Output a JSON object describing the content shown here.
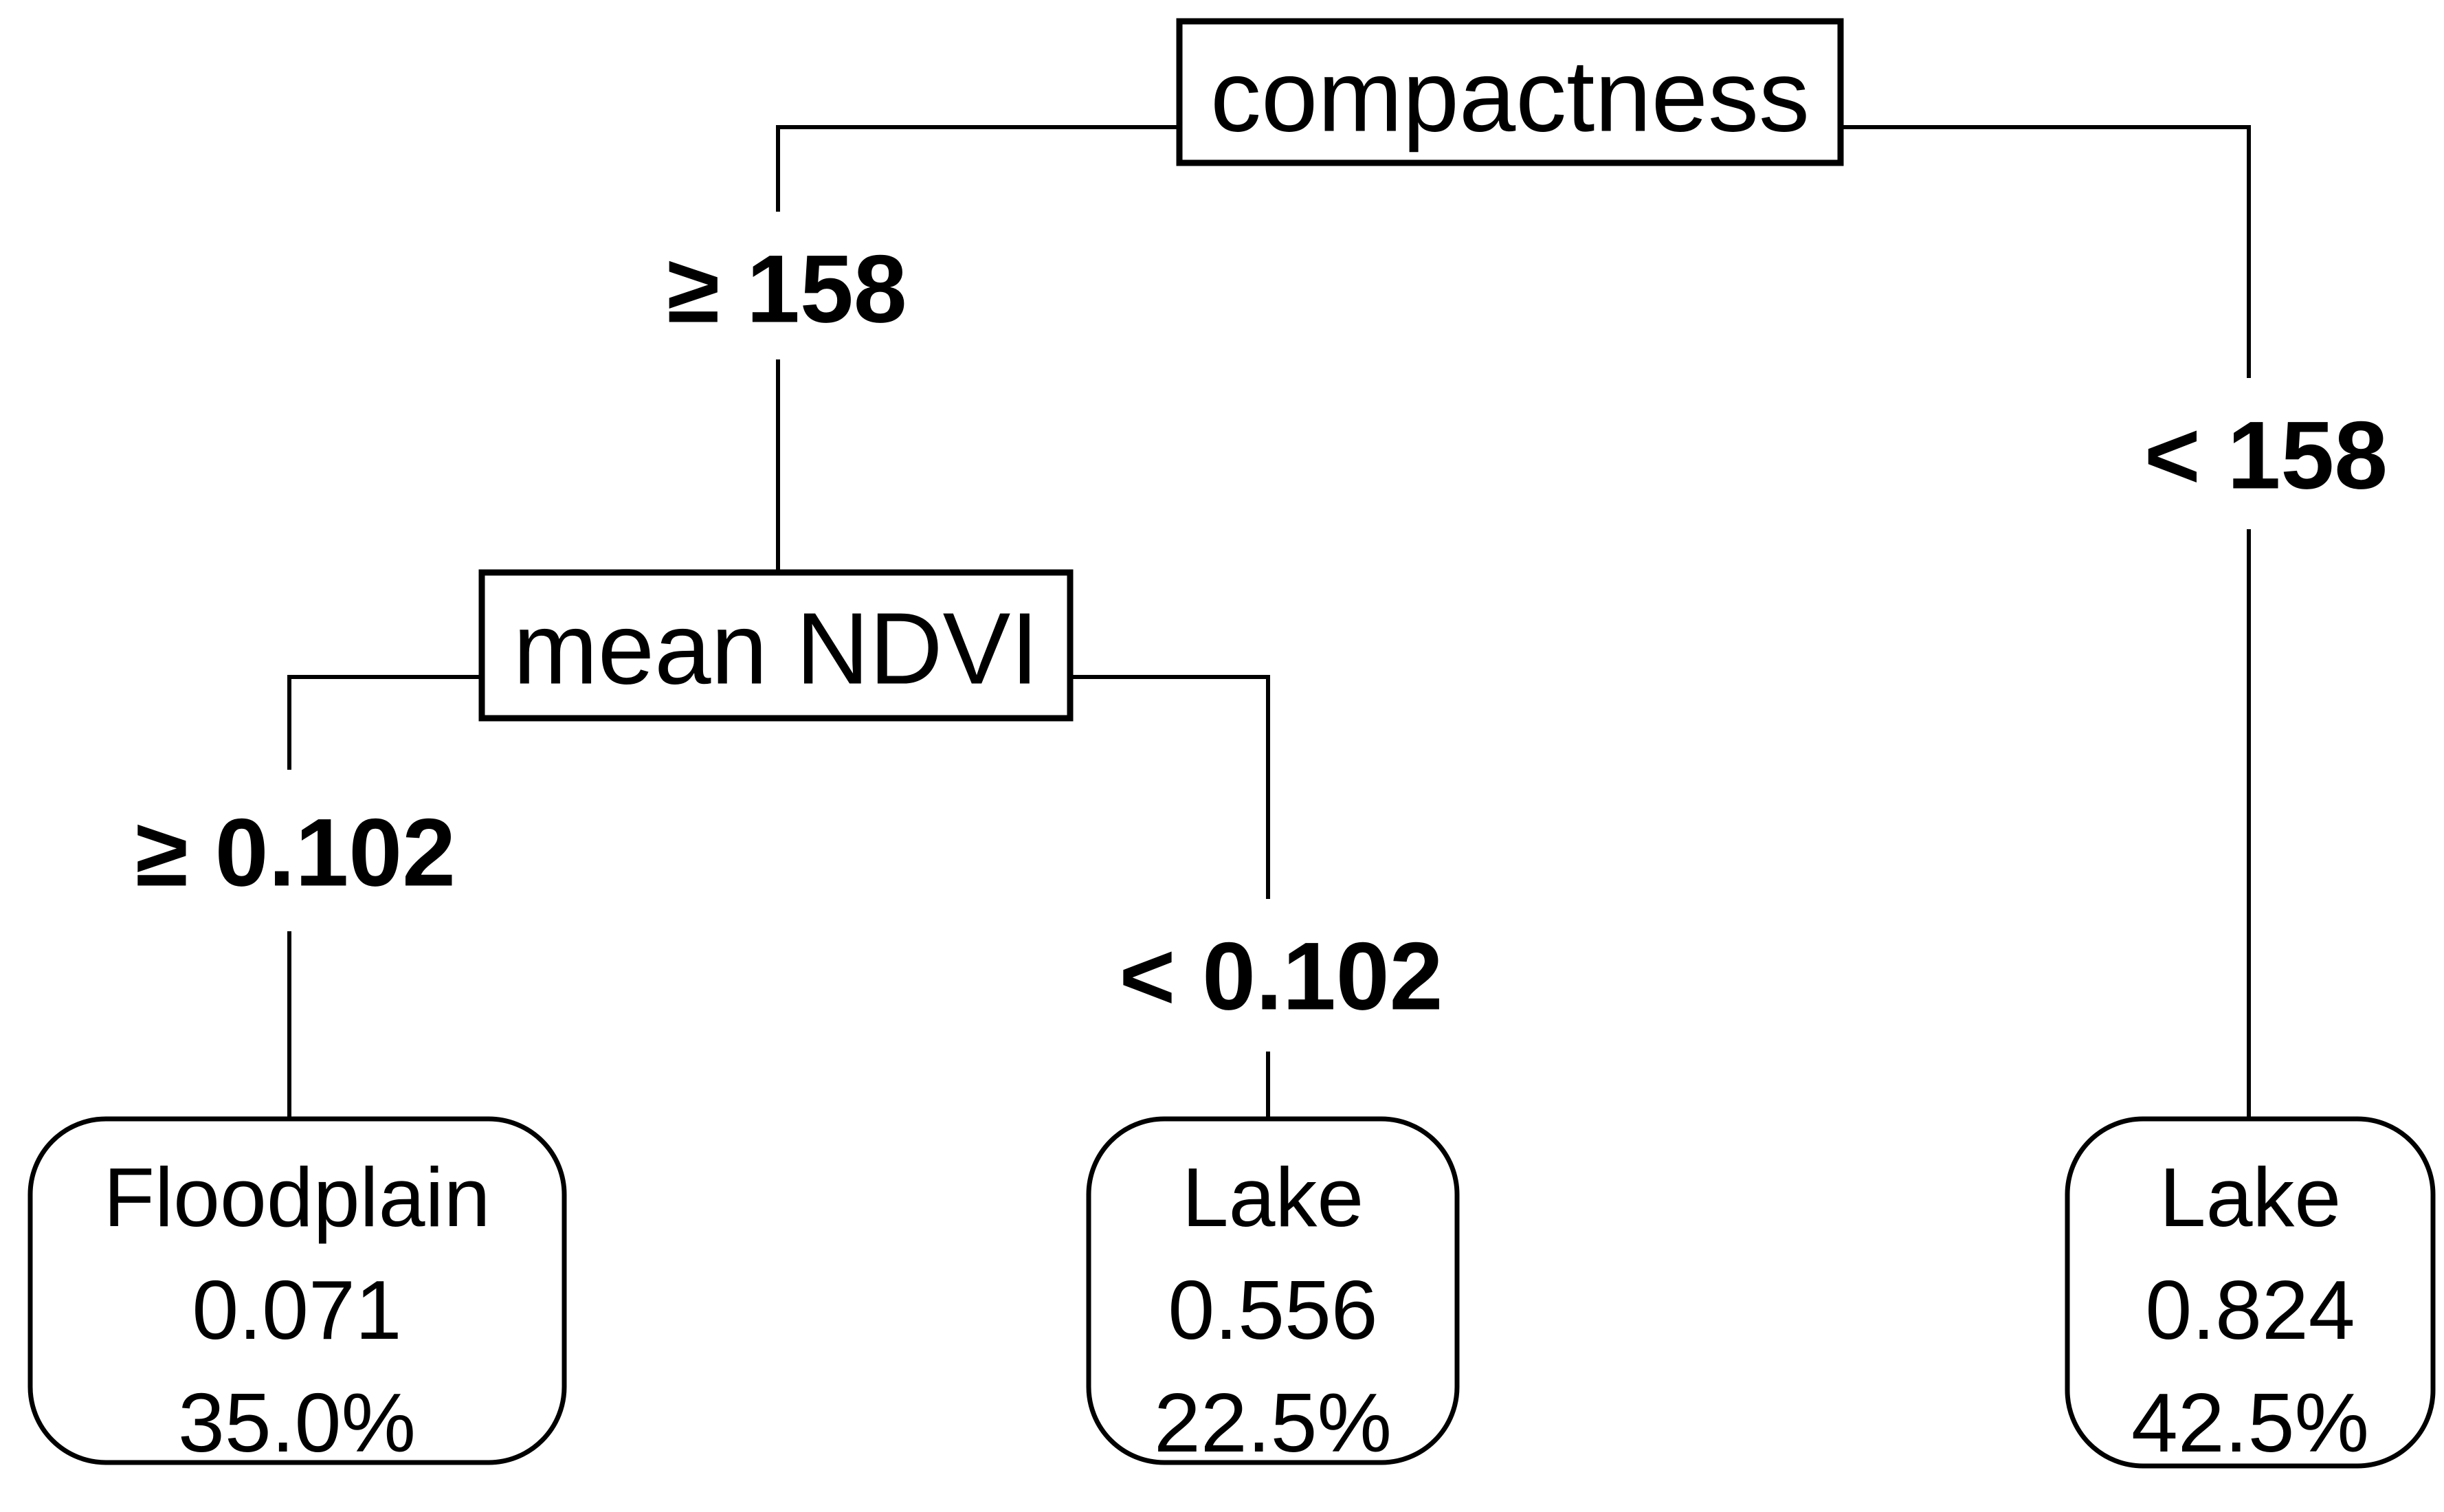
{
  "figure": {
    "type": "decision-tree",
    "background_color": "#ffffff",
    "line_color": "#000000",
    "text_color": "#000000"
  },
  "tree": {
    "root_node": {
      "label": "compactness"
    },
    "internal_node": {
      "label": "mean NDVI"
    },
    "edges": {
      "root_left": "≥ 158",
      "root_right": "< 158",
      "ndvi_left": "≥ 0.102",
      "ndvi_right": "< 0.102"
    },
    "leaves": [
      {
        "class": "Floodplain",
        "probability": "0.071",
        "coverage": "35.0%"
      },
      {
        "class": "Lake",
        "probability": "0.556",
        "coverage": "22.5%"
      },
      {
        "class": "Lake",
        "probability": "0.824",
        "coverage": "42.5%"
      }
    ]
  }
}
